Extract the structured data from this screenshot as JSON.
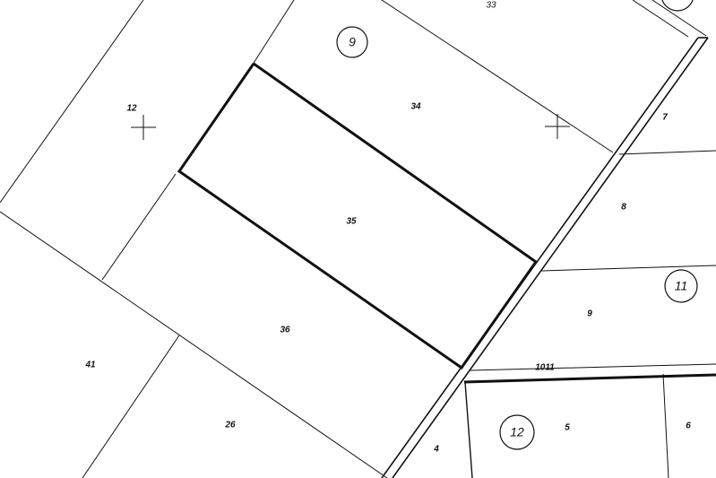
{
  "parcels": {
    "p33": "33",
    "p34": "34",
    "p12": "12",
    "p7": "7",
    "p35": "35",
    "p8": "8",
    "p9": "9",
    "p36": "36",
    "p41": "41",
    "p1011": "1011",
    "p26": "26",
    "p4": "4",
    "p5": "5",
    "p6": "6"
  },
  "blocks": {
    "b9": "9",
    "b11": "11",
    "b12": "12"
  }
}
